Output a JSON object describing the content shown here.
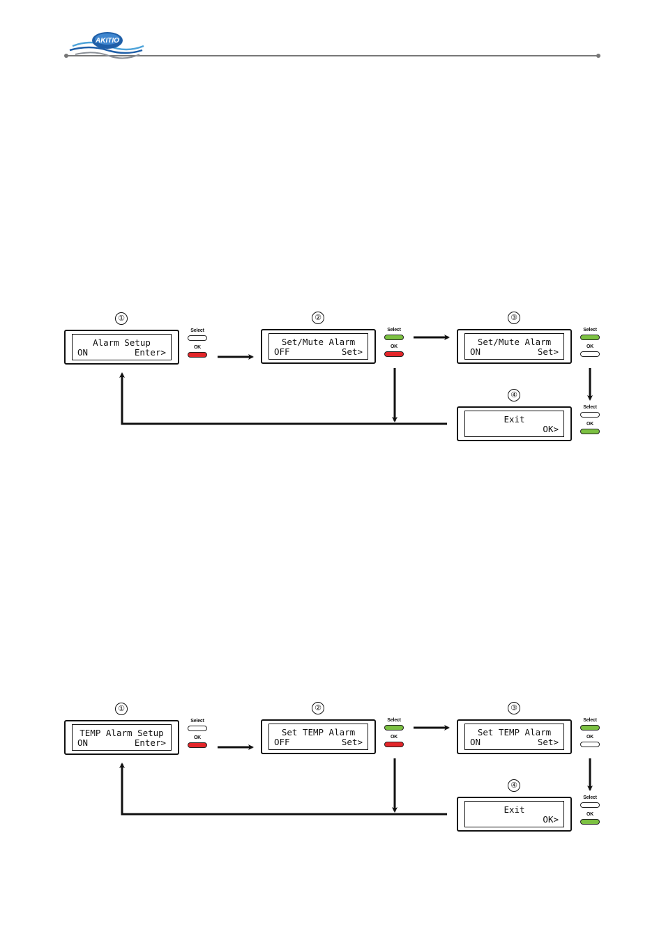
{
  "header": {
    "logo_text": "AKITIO",
    "colors": {
      "rule": "#777777",
      "logo_blue": "#1f5fa8",
      "logo_light": "#4da3d9"
    }
  },
  "diagrams": [
    {
      "id": "alarm-setup",
      "screens": [
        {
          "step": "①",
          "line1": "Alarm Setup",
          "line2_left": "ON",
          "line2_right": "Enter>",
          "select": "Select",
          "ok": "OK",
          "active": "ok-red"
        },
        {
          "step": "②",
          "line1": "Set/Mute Alarm",
          "line2_left": "OFF",
          "line2_right": "Set>",
          "select": "Select",
          "ok": "OK",
          "active": "both"
        },
        {
          "step": "③",
          "line1": "Set/Mute Alarm",
          "line2_left": "ON",
          "line2_right": "Set>",
          "select": "Select",
          "ok": "OK",
          "active": "select-green"
        },
        {
          "step": "④",
          "line1": "Exit",
          "line2_left": "",
          "line2_right": "OK>",
          "select": "Select",
          "ok": "OK",
          "active": "ok-green"
        }
      ]
    },
    {
      "id": "temp-alarm-setup",
      "screens": [
        {
          "step": "①",
          "line1": "TEMP Alarm Setup",
          "line2_left": "ON",
          "line2_right": "Enter>",
          "select": "Select",
          "ok": "OK",
          "active": "ok-red"
        },
        {
          "step": "②",
          "line1": "Set TEMP Alarm",
          "line2_left": "OFF",
          "line2_right": "Set>",
          "select": "Select",
          "ok": "OK",
          "active": "both"
        },
        {
          "step": "③",
          "line1": "Set TEMP Alarm",
          "line2_left": "ON",
          "line2_right": "Set>",
          "select": "Select",
          "ok": "OK",
          "active": "select-green"
        },
        {
          "step": "④",
          "line1": "Exit",
          "line2_left": "",
          "line2_right": "OK>",
          "select": "Select",
          "ok": "OK",
          "active": "ok-green"
        }
      ]
    }
  ]
}
